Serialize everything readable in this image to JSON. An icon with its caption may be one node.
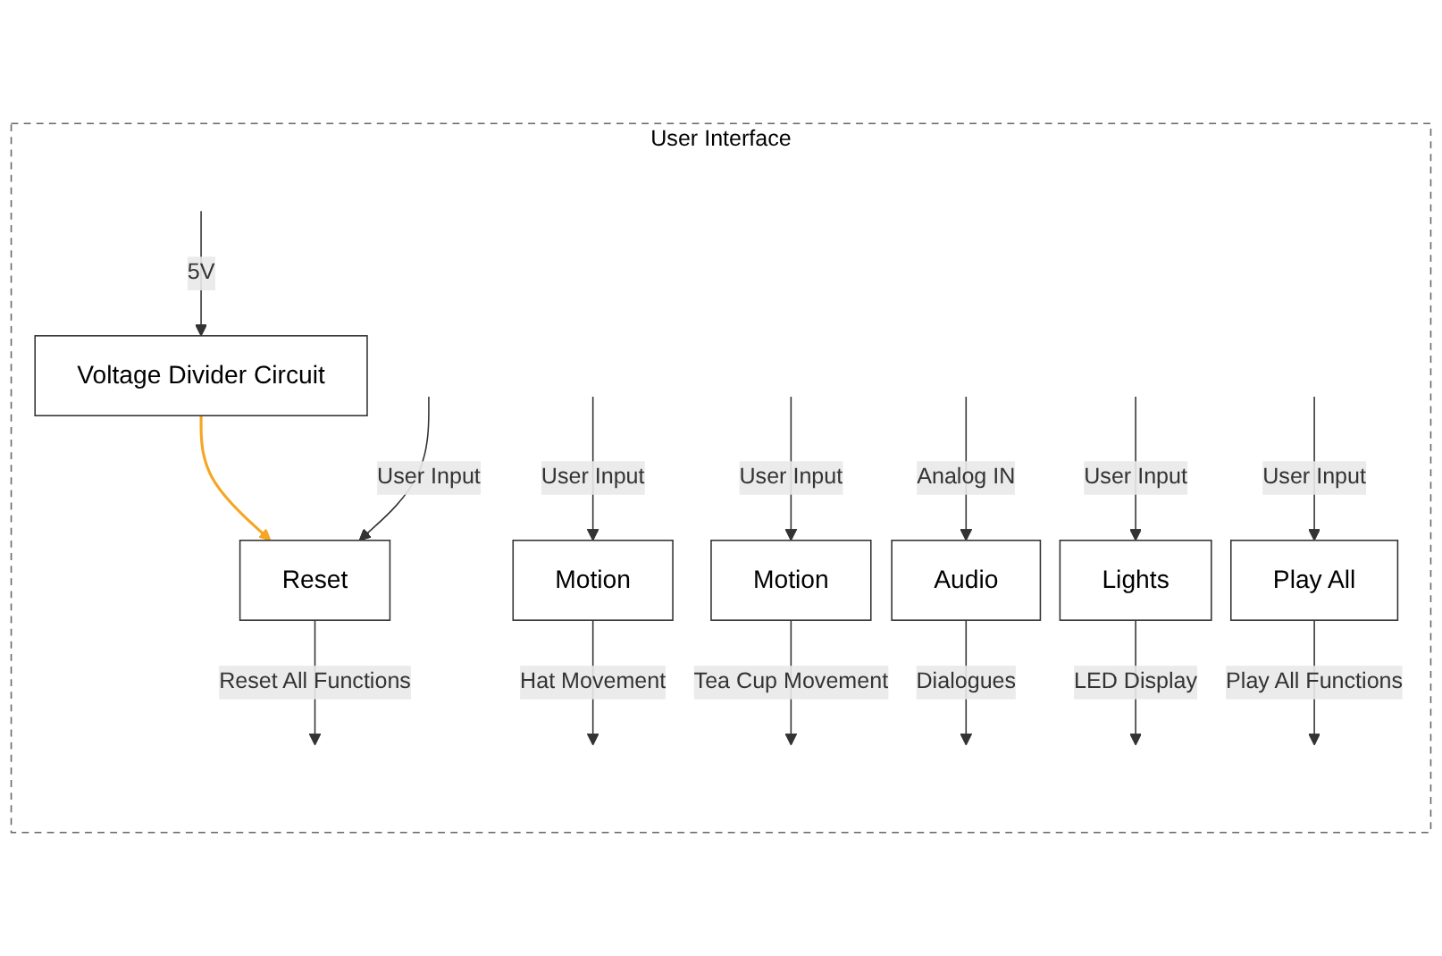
{
  "diagram": {
    "nodes": [
      {
        "text": [
          "User Interface"
        ]
      },
      {
        "text": [
          "Voltage Divider Circuit"
        ],
        "in": 0
      },
      {
        "text": [
          "Reset"
        ],
        "in": 0
      },
      {
        "text": [
          "Motion"
        ],
        "in": 0
      },
      {
        "text": [
          "Motion"
        ],
        "in": 0
      },
      {
        "text": [
          "Audio"
        ],
        "in": 0
      },
      {
        "text": [
          "Lights"
        ],
        "in": 0
      },
      {
        "text": [
          "Play All"
        ],
        "in": 0
      }
    ],
    "edges": [
      {
        "from": null,
        "to": 1,
        "arrow": "to",
        "label": "5V"
      },
      {
        "from": 1,
        "to": 2,
        "arrow": "to",
        "color": "#f5a623"
      },
      {
        "from": null,
        "to": 2,
        "arrow": "to",
        "label": "User Input"
      },
      {
        "from": 2,
        "to": null,
        "arrow": "to",
        "label": "Reset All Functions"
      },
      {
        "from": null,
        "to": 3,
        "arrow": "to",
        "label": "User Input"
      },
      {
        "from": 3,
        "to": null,
        "arrow": "to",
        "label": "Hat Movement"
      },
      {
        "from": null,
        "to": 4,
        "arrow": "to",
        "label": "User Input"
      },
      {
        "from": 4,
        "to": null,
        "arrow": "to",
        "label": "Tea Cup Movement"
      },
      {
        "from": null,
        "to": 5,
        "arrow": "to",
        "label": "Analog IN"
      },
      {
        "from": 5,
        "to": null,
        "arrow": "to",
        "label": "Dialogues"
      },
      {
        "from": null,
        "to": 6,
        "arrow": "to",
        "label": "User Input"
      },
      {
        "from": 6,
        "to": null,
        "arrow": "to",
        "label": "LED  Display"
      },
      {
        "from": null,
        "to": 7,
        "arrow": "to",
        "label": "User Input"
      },
      {
        "from": 7,
        "to": null,
        "arrow": "to",
        "label": "Play All Functions"
      }
    ]
  }
}
